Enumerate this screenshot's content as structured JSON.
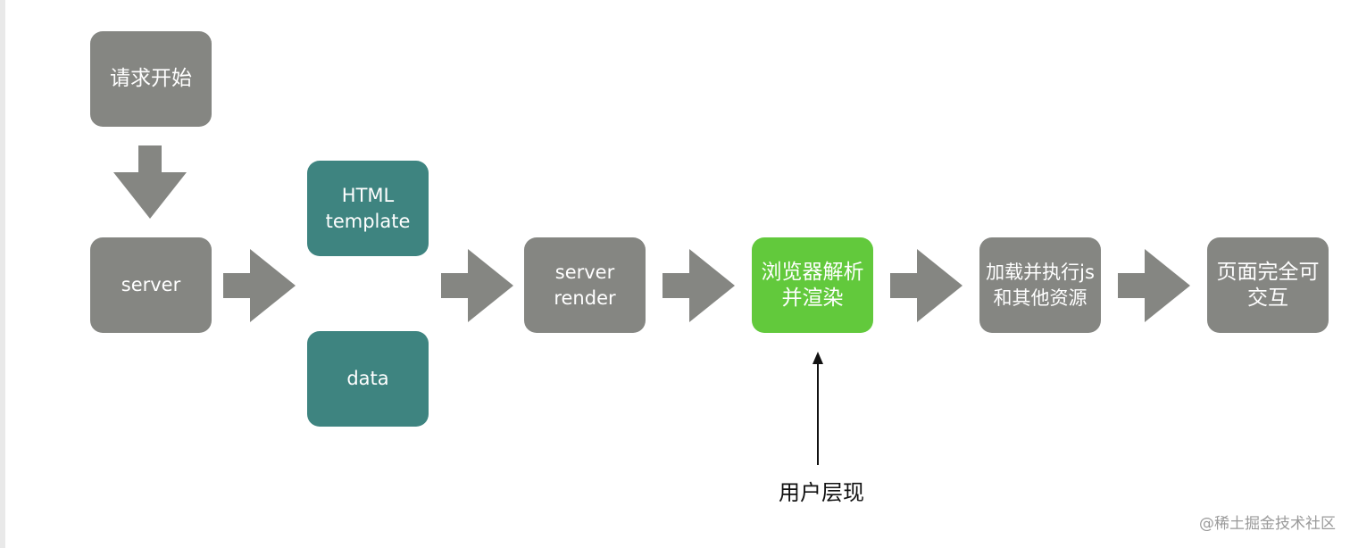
{
  "boxes": {
    "request_start": "请求开始",
    "server": "server",
    "html_template": "HTML\ntemplate",
    "data": "data",
    "server_render": "server\nrender",
    "browser_parse": "浏览器解析\n并渲染",
    "load_resources": "加载并执行js\n和其他资源",
    "page_interactive": "页面完全可\n交互"
  },
  "annotation": {
    "label": "用户层现"
  },
  "watermark": "@稀土掘金技术社区",
  "colors": {
    "gray_box": "#858682",
    "teal_box": "#3e8480",
    "green_box": "#62c93c",
    "arrow": "#858682"
  }
}
